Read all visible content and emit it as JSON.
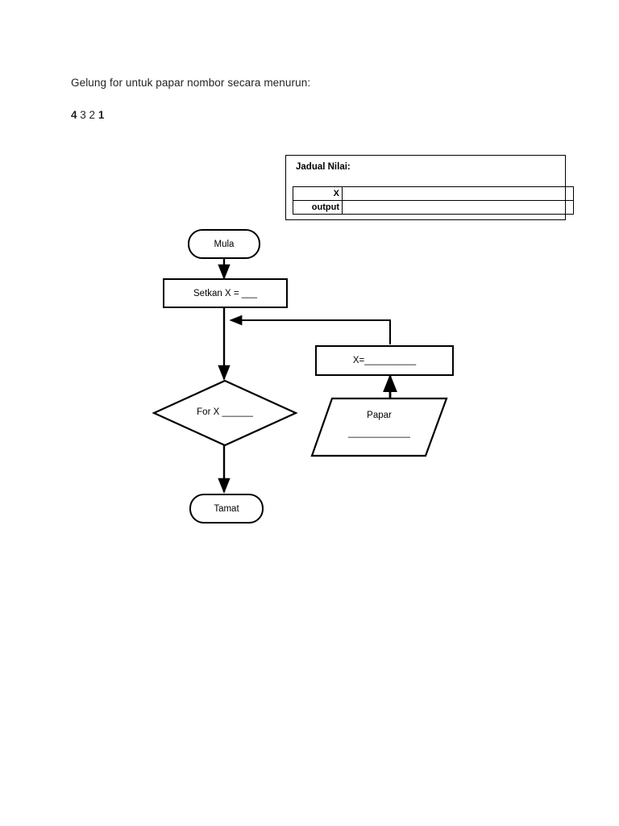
{
  "document": {
    "heading": "Gelung for untuk papar nombor secara menurun:",
    "sequence": {
      "first": "4",
      "middle": "3 2",
      "last": "1"
    }
  },
  "table": {
    "title": "Jadual Nilai:",
    "rows": [
      {
        "label": "X",
        "value": ""
      },
      {
        "label": "output",
        "value": ""
      }
    ]
  },
  "flowchart": {
    "nodes": {
      "start": "Mula",
      "set": "Setkan X = ___",
      "decision": "For X ______",
      "end": "Tamat",
      "assign": "X=__________",
      "print_line1": "Papar",
      "print_line2": "____________"
    }
  },
  "colors": {
    "stroke": "#000000",
    "text": "#231f20",
    "background": "#ffffff"
  }
}
